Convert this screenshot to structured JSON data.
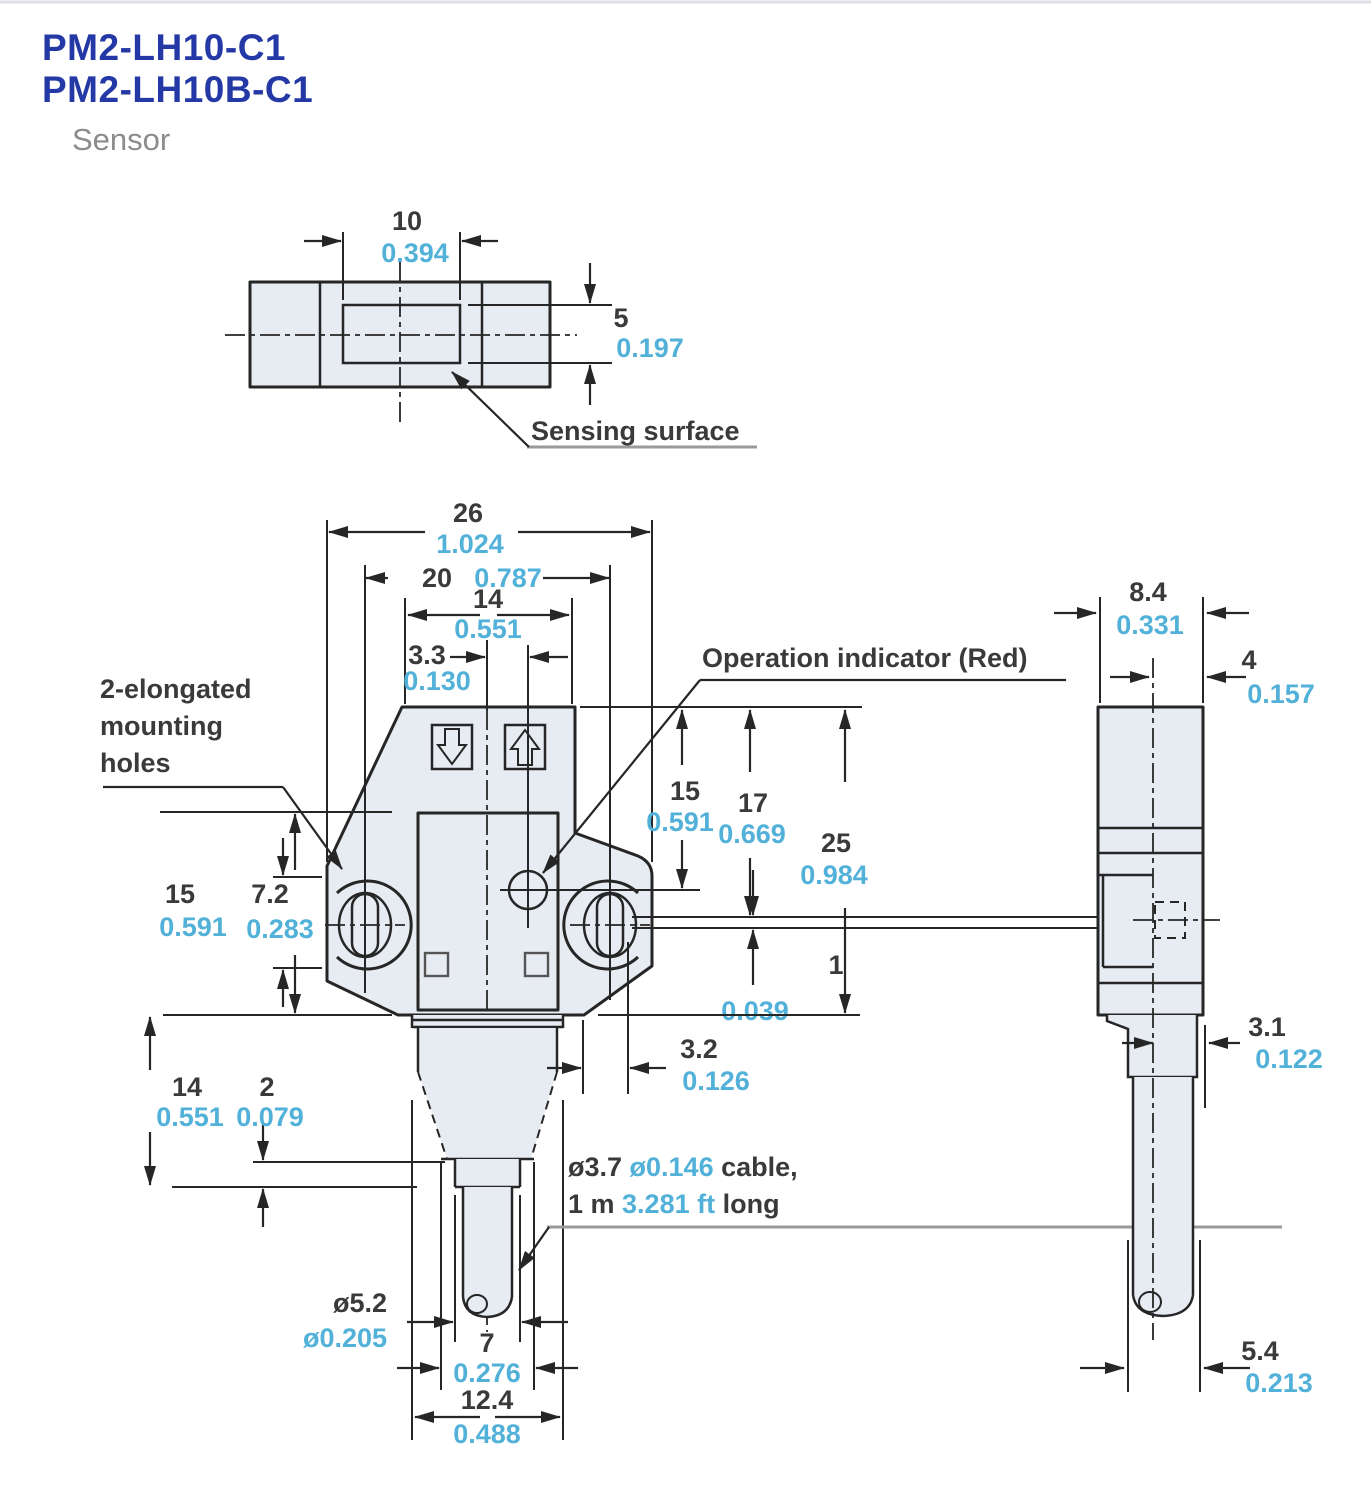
{
  "header": {
    "model_1": "PM2-LH10-C1",
    "model_2": "PM2-LH10B-C1",
    "subtitle": "Sensor"
  },
  "colors": {
    "title_blue": "#2439a6",
    "metric_text": "#3a3a3a",
    "inch_text": "#52b1d8",
    "line": "#262626",
    "body_fill": "#e7ecf3",
    "subtitle_gray": "#8c8c8c",
    "leader_gray": "#9a9a9a"
  },
  "labels": {
    "sensing_surface": "Sensing surface",
    "mounting_line1": "2-elongated",
    "mounting_line2": "mounting",
    "mounting_line3": "holes",
    "operation_indicator": "Operation indicator (Red)",
    "cable_d_mm": "ø3.7 ",
    "cable_d_in": "ø0.146",
    "cable_d_word": " cable,",
    "cable_len_mm": "1 m ",
    "cable_len_in": "3.281 ft",
    "cable_len_word": " long"
  },
  "dims": {
    "top_w": {
      "mm": "10",
      "in": "0.394"
    },
    "top_h": {
      "mm": "5",
      "in": "0.197"
    },
    "w26": {
      "mm": "26",
      "in": "1.024"
    },
    "w20": {
      "mm": "20",
      "in": "0.787"
    },
    "w14": {
      "mm": "14",
      "in": "0.551"
    },
    "off33": {
      "mm": "3.3",
      "in": "0.130"
    },
    "h15r": {
      "mm": "15",
      "in": "0.591"
    },
    "h17": {
      "mm": "17",
      "in": "0.669"
    },
    "h25": {
      "mm": "25",
      "in": "0.984"
    },
    "h15l": {
      "mm": "15",
      "in": "0.591"
    },
    "h72": {
      "mm": "7.2",
      "in": "0.283"
    },
    "h14": {
      "mm": "14",
      "in": "0.551"
    },
    "h2": {
      "mm": "2",
      "in": "0.079"
    },
    "h1": {
      "mm": "1",
      "in": "0.039"
    },
    "off32": {
      "mm": "3.2",
      "in": "0.126"
    },
    "d52": {
      "mm": "ø5.2",
      "in": "ø0.205"
    },
    "w7": {
      "mm": "7",
      "in": "0.276"
    },
    "w124": {
      "mm": "12.4",
      "in": "0.488"
    },
    "s84": {
      "mm": "8.4",
      "in": "0.331"
    },
    "s4": {
      "mm": "4",
      "in": "0.157"
    },
    "s31": {
      "mm": "3.1",
      "in": "0.122"
    },
    "s54": {
      "mm": "5.4",
      "in": "0.213"
    }
  }
}
